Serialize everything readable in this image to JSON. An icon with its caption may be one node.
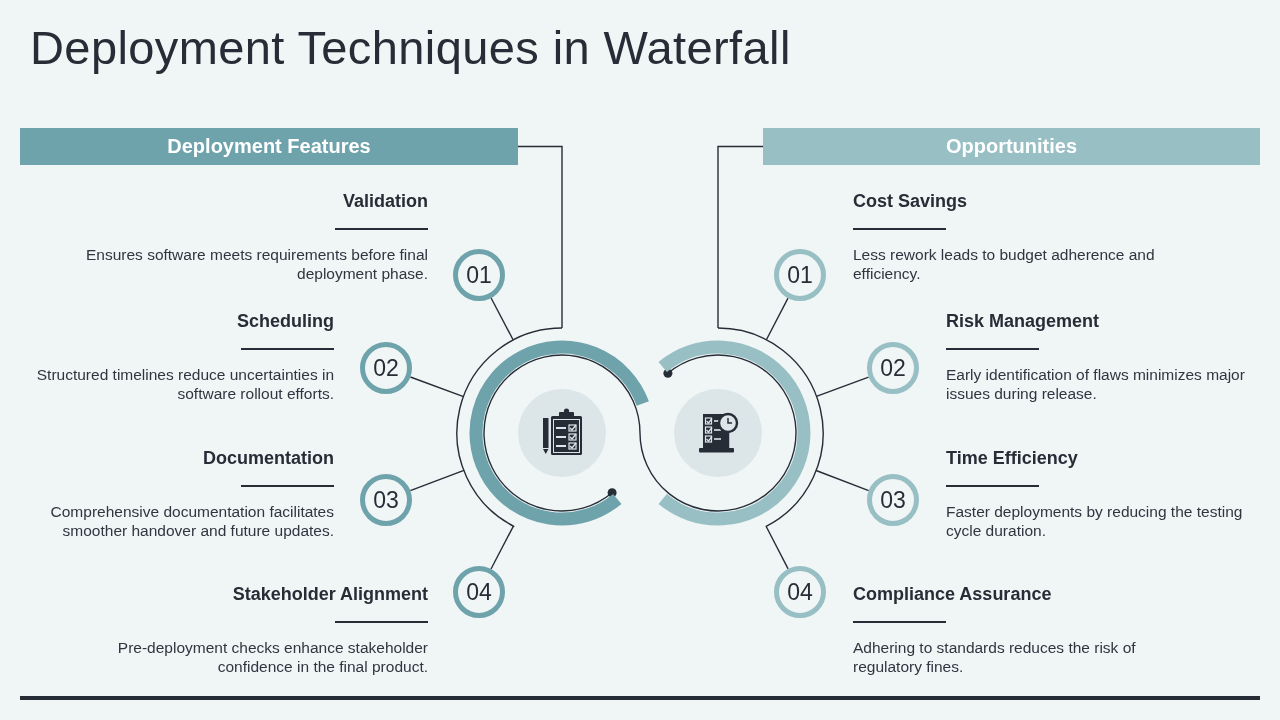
{
  "diagram": {
    "title": "Deployment Techniques in Waterfall",
    "nodes": [
      {
        "text": [
          "Deployment Features"
        ]
      },
      {
        "text": [
          "Opportunities"
        ]
      },
      {
        "text": [],
        "shape": "circle"
      },
      {
        "text": [],
        "shape": "circle"
      },
      {
        "text": [
          "01"
        ],
        "beside": [
          "Validation",
          "Ensures software meets requirements before final deployment phase."
        ]
      },
      {
        "text": [
          "02"
        ],
        "beside": [
          "Scheduling",
          "Structured timelines reduce uncertainties in software rollout efforts."
        ]
      },
      {
        "text": [
          "03"
        ],
        "beside": [
          "Documentation",
          "Comprehensive documentation facilitates smoother handover and future updates."
        ]
      },
      {
        "text": [
          "04"
        ],
        "beside": [
          "Stakeholder Alignment",
          "Pre-deployment checks enhance stakeholder confidence in the final product."
        ]
      },
      {
        "text": [
          "01"
        ],
        "beside": [
          "Cost Savings",
          "Less rework leads to budget adherence and efficiency."
        ]
      },
      {
        "text": [
          "02"
        ],
        "beside": [
          "Risk Management",
          "Early identification of flaws minimizes major issues during release."
        ]
      },
      {
        "text": [
          "03"
        ],
        "beside": [
          "Time Efficiency",
          "Faster deployments by reducing the testing cycle duration."
        ]
      },
      {
        "text": [
          "04"
        ],
        "beside": [
          "Compliance Assurance",
          "Adhering to standards reduces the risk of regulatory fines."
        ]
      }
    ],
    "edges": [
      {
        "from": 0,
        "to": 2,
        "arrow": "none"
      },
      {
        "from": 1,
        "to": 3,
        "arrow": "none"
      },
      {
        "from": 4,
        "to": 2,
        "arrow": "none"
      },
      {
        "from": 5,
        "to": 2,
        "arrow": "none"
      },
      {
        "from": 6,
        "to": 2,
        "arrow": "none"
      },
      {
        "from": 7,
        "to": 2,
        "arrow": "none"
      },
      {
        "from": 8,
        "to": 3,
        "arrow": "none"
      },
      {
        "from": 9,
        "to": 3,
        "arrow": "none"
      },
      {
        "from": 10,
        "to": 3,
        "arrow": "none"
      },
      {
        "from": 11,
        "to": 3,
        "arrow": "none"
      }
    ]
  }
}
